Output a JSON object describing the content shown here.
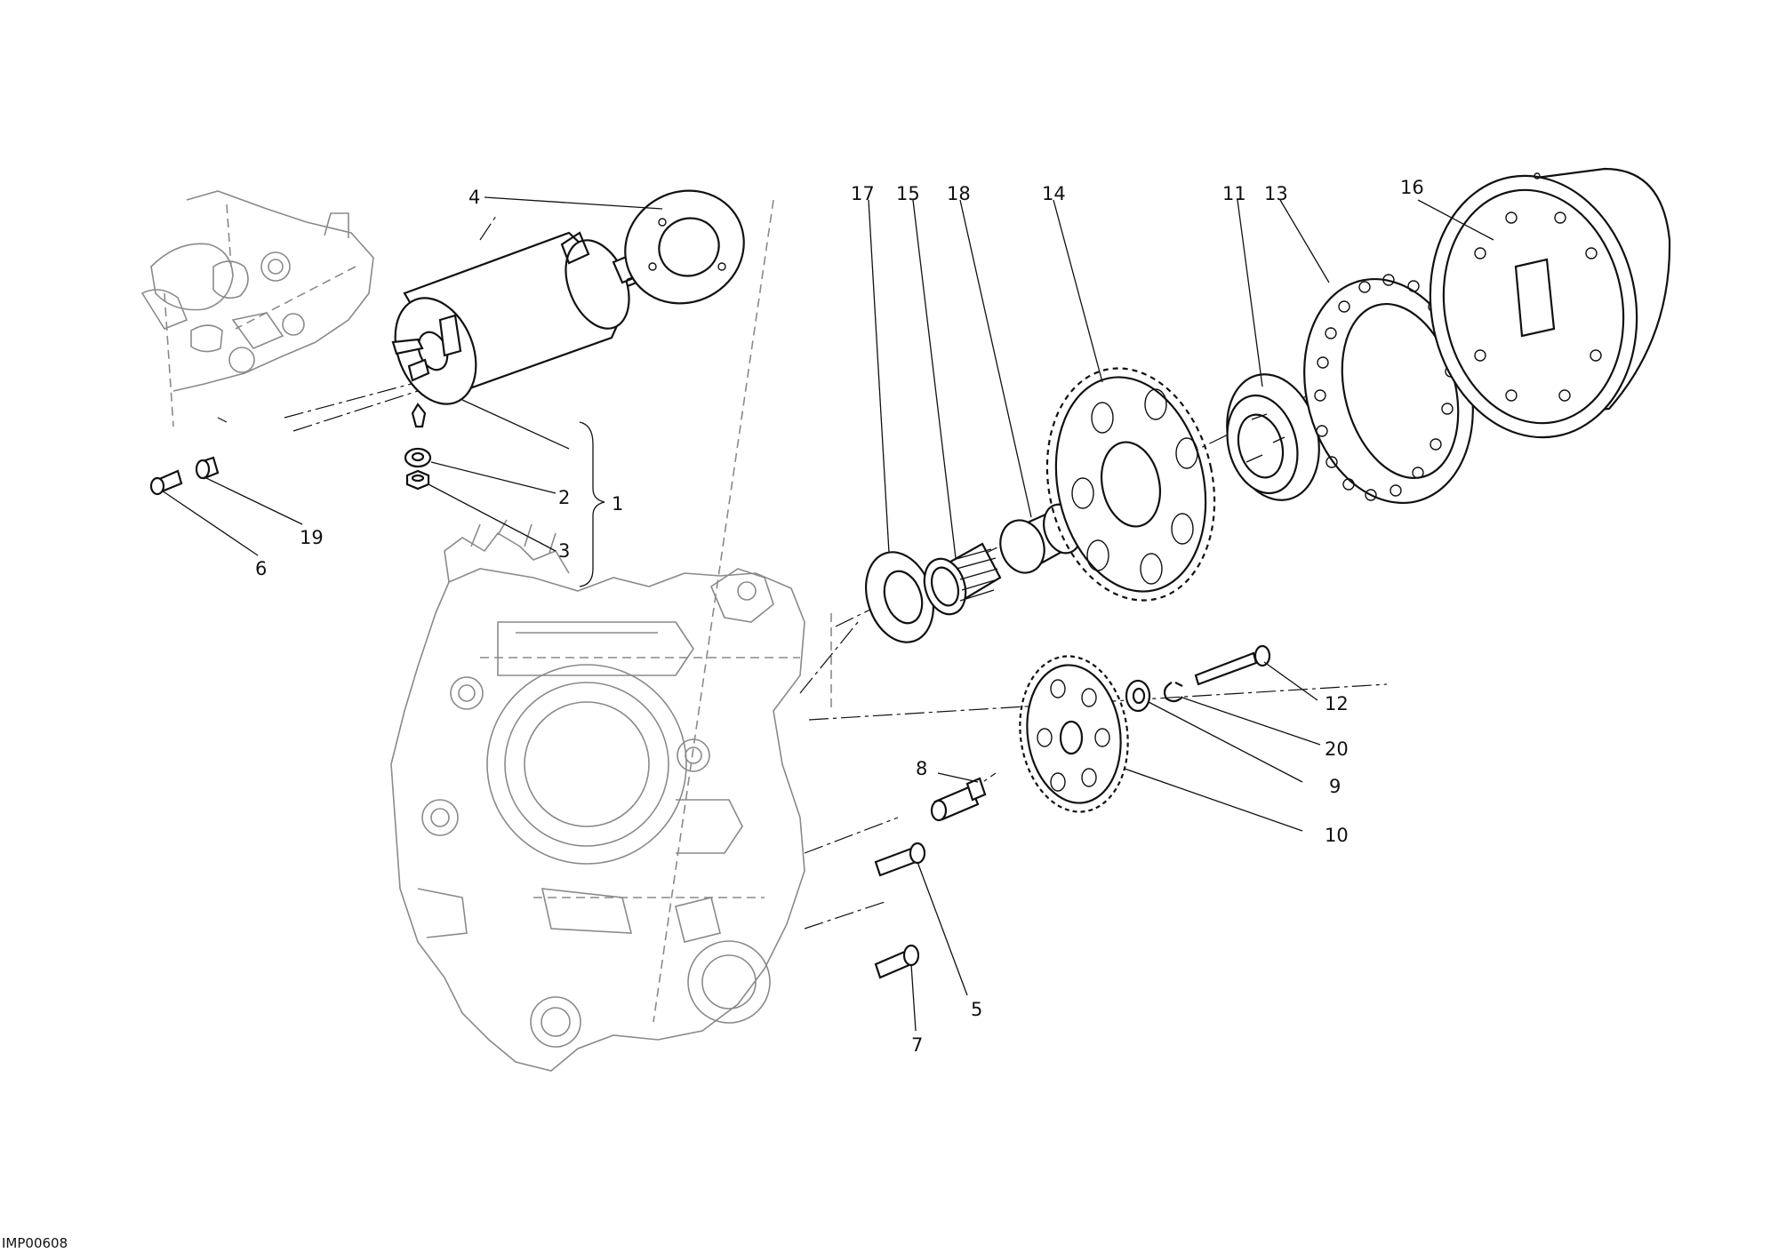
{
  "drawing_code": "IMP00608",
  "callouts": {
    "c1": "1",
    "c2": "2",
    "c3": "3",
    "c4": "4",
    "c5": "5",
    "c6": "6",
    "c7": "7",
    "c8": "8",
    "c9": "9",
    "c10": "10",
    "c11": "11",
    "c12": "12",
    "c13": "13",
    "c14": "14",
    "c15": "15",
    "c16": "16",
    "c17": "17",
    "c18": "18",
    "c19": "19",
    "c20": "20"
  }
}
